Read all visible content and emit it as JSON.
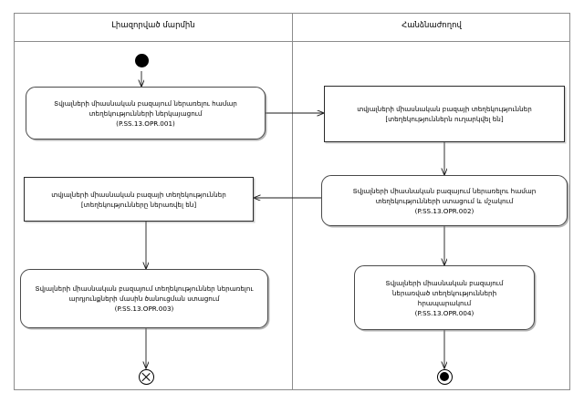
{
  "diagram": {
    "type": "uml-activity-diagram",
    "lanes": [
      {
        "id": "left",
        "title": "Լիազորված մարմին"
      },
      {
        "id": "right",
        "title": "Հանձնաժողով"
      }
    ]
  },
  "nodes": {
    "initial": {
      "name": "initial-node",
      "lane": "left"
    },
    "opr001": {
      "kind": "action",
      "lane": "left",
      "line1": "Տվյալների միասնական բազայում ներառելու համար",
      "line2": "տեղեկությունների ներկայացում",
      "code": "(P.SS.13.OPR.001)"
    },
    "object_sent": {
      "kind": "object",
      "lane": "right",
      "line1": "տվյալների միասնական բազայի տեղեկություններ",
      "line2": "[տեղեկություններն ուղարկվել են]"
    },
    "object_included": {
      "kind": "object",
      "lane": "left",
      "line1": "տվյալների միասնական բազայի տեղեկություններ",
      "line2": "[տեղեկությունները ներառվել են]"
    },
    "opr002": {
      "kind": "action",
      "lane": "right",
      "line1": "Տվյալների միասնական բազայում ներառելու համար",
      "line2": "տեղեկությունների ստացում և մշակում",
      "code": "(P.SS.13.OPR.002)"
    },
    "opr003": {
      "kind": "action",
      "lane": "left",
      "line1": "Տվյալների միասնական բազայում տեղեկություններ ներառելու",
      "line2": "արդյունքների մասին ծանուցման ստացում",
      "code": "(P.SS.13.OPR.003)"
    },
    "opr004": {
      "kind": "action",
      "lane": "right",
      "line1": "Տվյալների միասնական բազայում",
      "line2": "ներառված տեղեկությունների",
      "line3": "հրապարակում",
      "code": "(P.SS.13.OPR.004)"
    },
    "flow_final": {
      "name": "flow-final-node",
      "lane": "left"
    },
    "activity_final": {
      "name": "activity-final-node",
      "lane": "right"
    }
  },
  "colors": {
    "stroke": "#000000",
    "lane_border": "#8c8c8c",
    "node_border": "#4a4a4a",
    "background": "#ffffff"
  }
}
